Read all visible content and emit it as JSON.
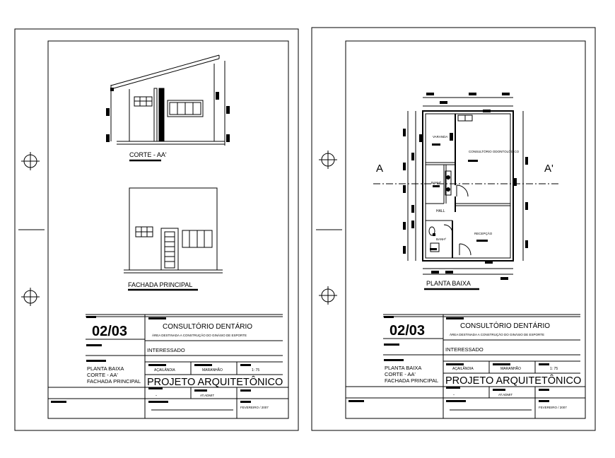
{
  "sheets": [
    {
      "sheet_number": "02/03",
      "view_labels": [
        "CORTE - AA'",
        "FACHADA PRINCIPAL"
      ],
      "title": "CONSULTÓRIO DENTÁRIO",
      "subtitle": "ÁREA DESTINADA A CONSTRUÇÃO DO GINÁSIO DE ESPORTE",
      "interessado": "INTERESSADO",
      "contents": [
        "PLANTA BAIXA",
        "CORTE - AA'",
        "FACHADA PRINCIPAL"
      ],
      "city": "AÇAILÂNDIA",
      "state": "MARANHÃO",
      "scale": "1: 75",
      "project": "PROJETO ARQUITETÔNICO",
      "dash": "-",
      "field": "AT.ADMIT",
      "date": "FEVEREIRO / 2007"
    },
    {
      "sheet_number": "02/03",
      "view_labels": [
        "PLANTA BAIXA"
      ],
      "section_marks": [
        "A",
        "A'"
      ],
      "rooms": [
        "VARANDA",
        "CONSULTÓRIO ODONTOLÓGICO",
        "BANHº",
        "HALL",
        "RECEPÇÃO",
        "BANHº"
      ],
      "title": "CONSULTÓRIO DENTÁRIO",
      "subtitle": "ÁREA DESTINADA A CONSTRUÇÃO DO GINÁSIO DE ESPORTE",
      "interessado": "INTERESSADO",
      "contents": [
        "PLANTA BAIXA",
        "CORTE - AA'",
        "FACHADA PRINCIPAL"
      ],
      "city": "AÇAILÂNDIA",
      "state": "MARANHÃO",
      "scale": "1: 75",
      "project": "PROJETO ARQUITETÔNICO",
      "dash": "-",
      "field": "AT.ADMIT",
      "date": "FEVEREIRO / 2007"
    }
  ]
}
